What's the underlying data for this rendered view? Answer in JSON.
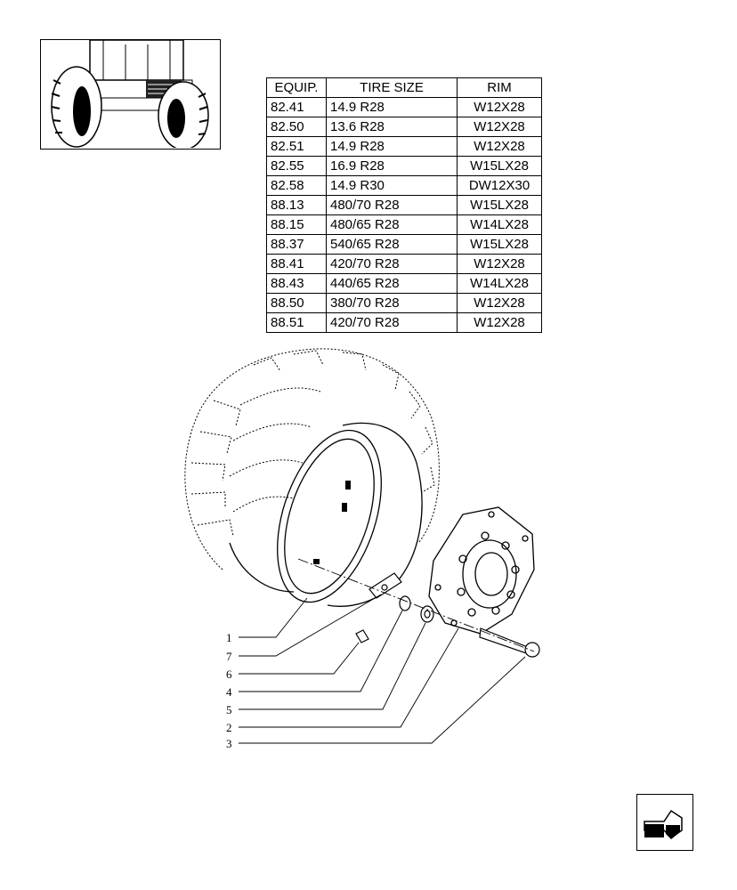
{
  "table": {
    "headers": [
      "EQUIP.",
      "TIRE SIZE",
      "RIM"
    ],
    "rows": [
      [
        "82.41",
        "14.9  R28",
        "W12X28"
      ],
      [
        "82.50",
        "13.6 R28",
        "W12X28"
      ],
      [
        "82.51",
        "14.9  R28",
        "W12X28"
      ],
      [
        "82.55",
        "16.9  R28",
        "W15LX28"
      ],
      [
        "82.58",
        "14.9 R30",
        "DW12X30"
      ],
      [
        "88.13",
        "480/70 R28",
        "W15LX28"
      ],
      [
        "88.15",
        "480/65 R28",
        "W14LX28"
      ],
      [
        "88.37",
        "540/65 R28",
        "W15LX28"
      ],
      [
        "88.41",
        "420/70 R28",
        "W12X28"
      ],
      [
        "88.43",
        "440/65 R28",
        "W14LX28"
      ],
      [
        "88.50",
        "380/70 R28",
        "W12X28"
      ],
      [
        "88.51",
        "420/70 R28",
        "W12X28"
      ]
    ]
  },
  "callouts": [
    "1",
    "7",
    "6",
    "4",
    "5",
    "2",
    "3"
  ],
  "icons": {
    "thumbnail": "tractor-thumbnail-icon",
    "nav": "next-page-arrow-icon"
  }
}
